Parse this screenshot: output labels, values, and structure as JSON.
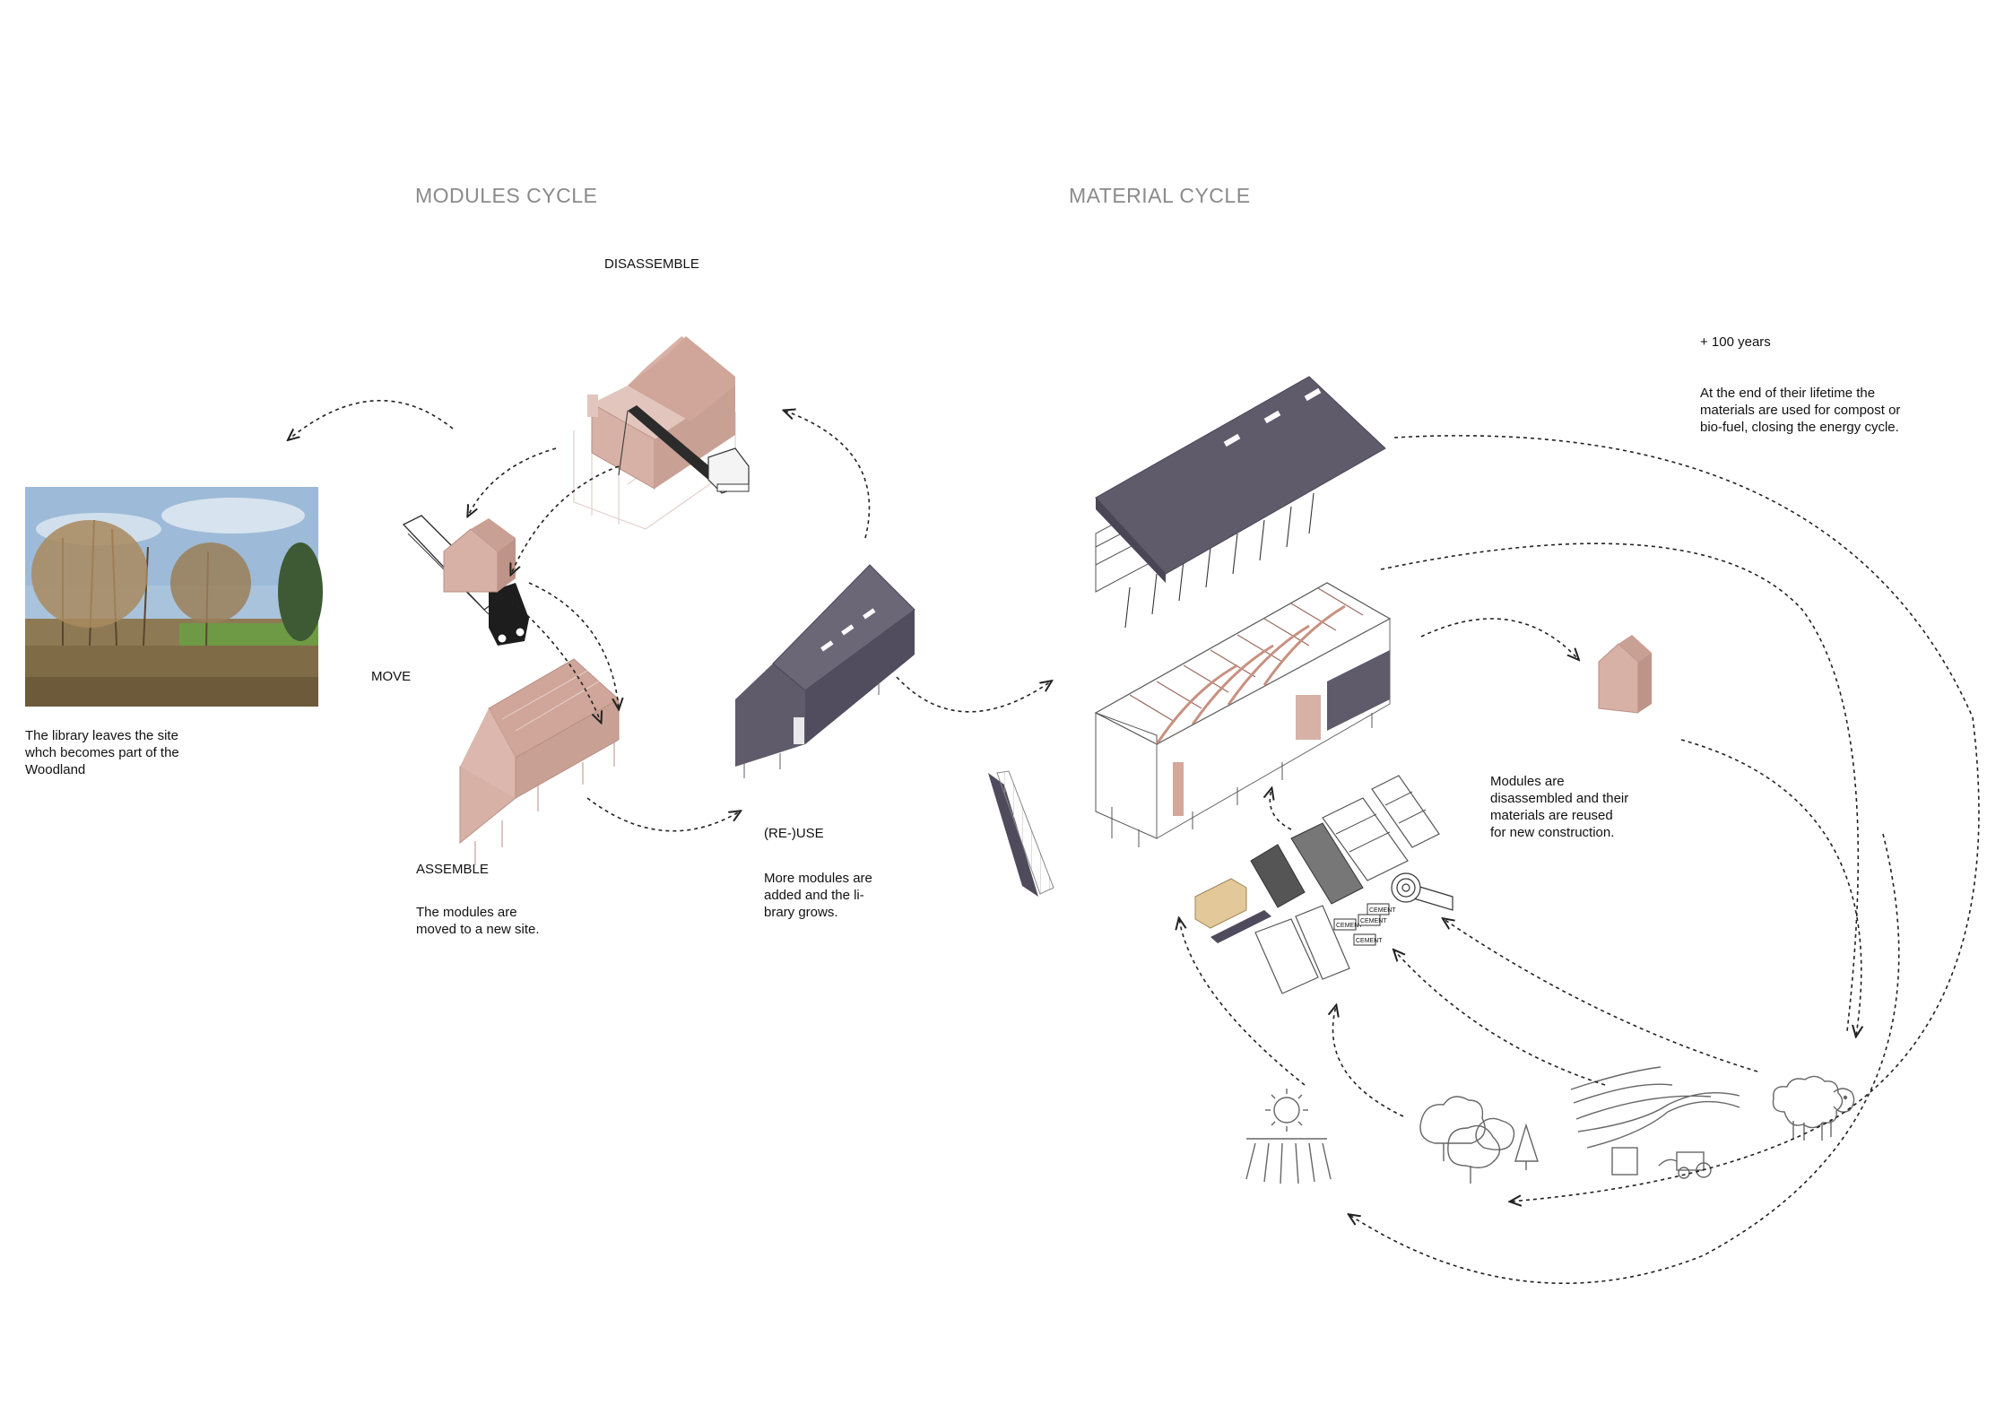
{
  "headings": {
    "modules_cycle": "MODULES CYCLE",
    "material_cycle": "MATERIAL CYCLE"
  },
  "stages": {
    "disassemble": "DISASSEMBLE",
    "move": "MOVE",
    "assemble": "ASSEMBLE",
    "reuse": "(RE-)USE"
  },
  "descriptions": {
    "site": "The library leaves the site\nwhch becomes part of the\nWoodland",
    "assemble": "The modules are\nmoved to a new site.",
    "reuse": "More modules are\nadded and the li-\nbrary grows.",
    "modules_reused": "Modules are\ndisassembled and their\nmaterials are reused\nfor new construction.",
    "lifetime_title": "+ 100 years",
    "lifetime": "At the end of their lifetime the\nmaterials are used for compost or\nbio-fuel, closing the energy cycle."
  },
  "material_tags": [
    "CEMENT",
    "CEMENT",
    "CEMENT",
    "CEMENT"
  ],
  "colors": {
    "heading_gray": "#8a8a8a",
    "module_pink": "#d8b1a6",
    "module_pink_dark": "#b98f84",
    "module_slate": "#5f5b6b",
    "module_slate_dark": "#4a4656",
    "sky": "#9dbbd8",
    "grass": "#6f9a45"
  },
  "icons": [
    "sun-field-icon",
    "trees-icon",
    "field-tractor-icon",
    "sheep-icon",
    "crane-icon",
    "truck-icon",
    "insulation-roll-icon"
  ]
}
